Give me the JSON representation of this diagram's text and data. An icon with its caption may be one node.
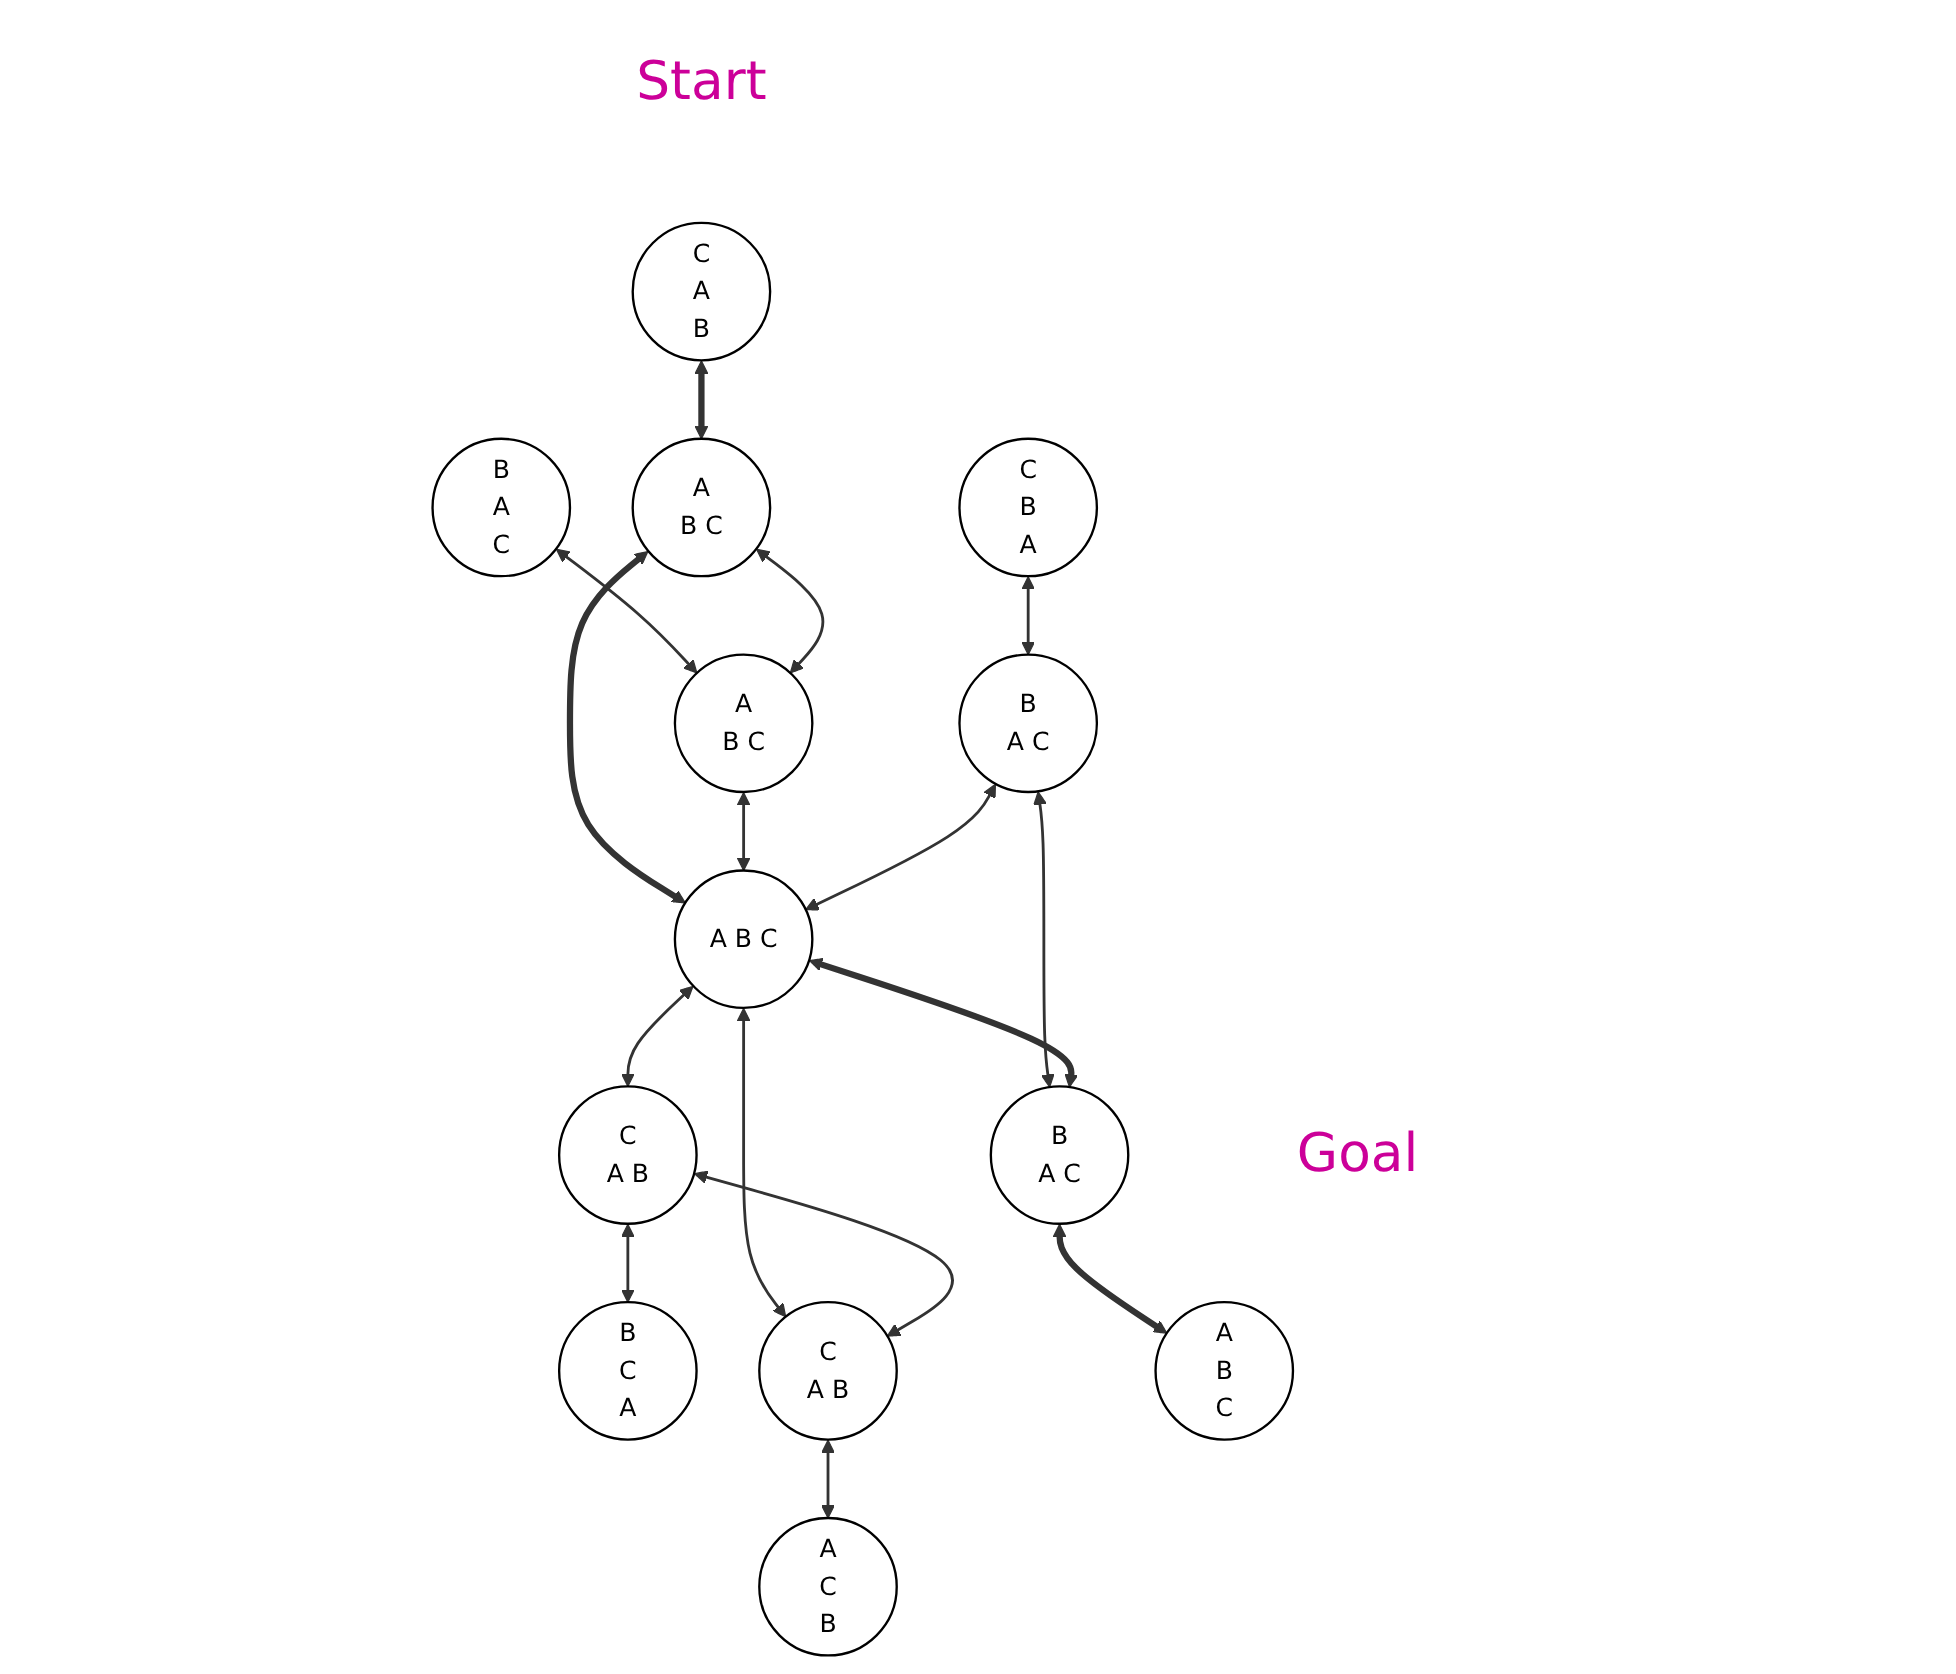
{
  "diagram": {
    "nodes": [
      {
        "text": [
          "C",
          "A",
          "B"
        ],
        "beside": [
          "Start"
        ]
      },
      {
        "text": [
          "B",
          "A",
          "C"
        ]
      },
      {
        "text": [
          "A",
          "B C"
        ]
      },
      {
        "text": [
          "A",
          "B C"
        ]
      },
      {
        "text": [
          "C",
          "B",
          "A"
        ]
      },
      {
        "text": [
          "B",
          "A C"
        ]
      },
      {
        "text": [
          "A B C"
        ]
      },
      {
        "text": [
          "C",
          "A B"
        ]
      },
      {
        "text": [
          "B",
          "C",
          "A"
        ]
      },
      {
        "text": [
          "B",
          "A C"
        ]
      },
      {
        "text": [
          "C",
          "A B"
        ]
      },
      {
        "text": [
          "A",
          "B",
          "C"
        ],
        "beside": [
          "Goal"
        ]
      },
      {
        "text": [
          "A",
          "C",
          "B"
        ]
      }
    ],
    "edges": [
      {
        "from": 0,
        "to": 2,
        "arrow": "both",
        "style": "thick"
      },
      {
        "from": 1,
        "to": 3,
        "arrow": "both"
      },
      {
        "from": 2,
        "to": 3,
        "arrow": "both"
      },
      {
        "from": 2,
        "to": 6,
        "arrow": "both",
        "style": "thick"
      },
      {
        "from": 3,
        "to": 6,
        "arrow": "both"
      },
      {
        "from": 4,
        "to": 5,
        "arrow": "both"
      },
      {
        "from": 5,
        "to": 6,
        "arrow": "both"
      },
      {
        "from": 6,
        "to": 7,
        "arrow": "both"
      },
      {
        "from": 7,
        "to": 8,
        "arrow": "both"
      },
      {
        "from": 5,
        "to": 9,
        "arrow": "both"
      },
      {
        "from": 6,
        "to": 9,
        "arrow": "both",
        "style": "thick"
      },
      {
        "from": 6,
        "to": 10,
        "arrow": "both"
      },
      {
        "from": 7,
        "to": 10,
        "arrow": "both"
      },
      {
        "from": 9,
        "to": 11,
        "arrow": "both",
        "style": "thick"
      },
      {
        "from": 10,
        "to": 12,
        "arrow": "both"
      }
    ]
  }
}
